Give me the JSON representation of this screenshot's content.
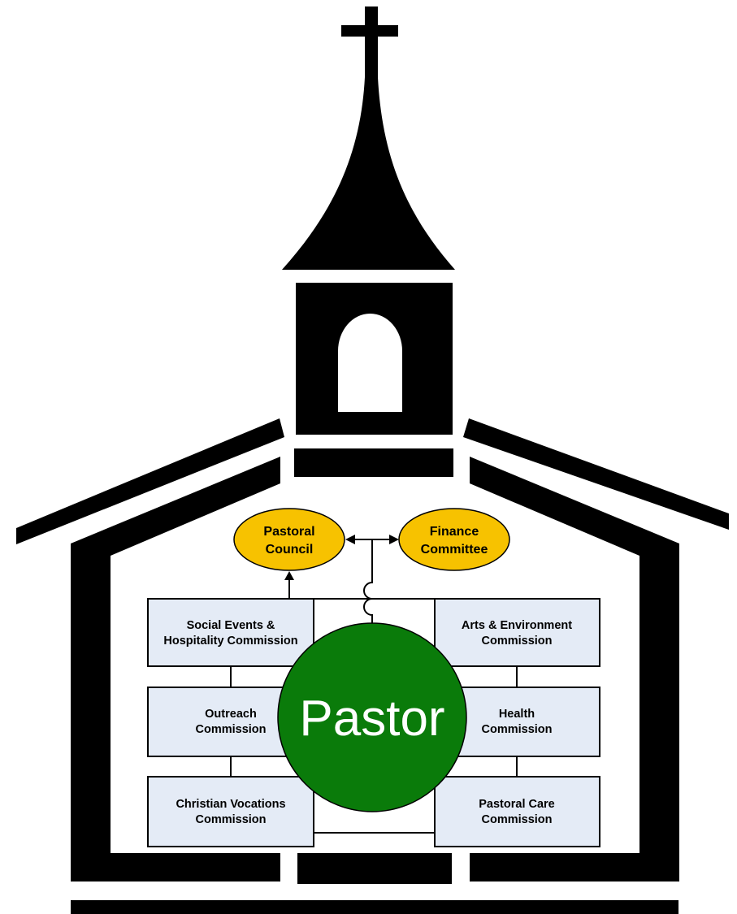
{
  "diagram": {
    "center": {
      "label": "Pastor",
      "color": "#0a7b0a"
    },
    "councils": [
      {
        "line1": "Pastoral",
        "line2": "Council",
        "color": "#f7c200"
      },
      {
        "line1": "Finance",
        "line2": "Committee",
        "color": "#f7c200"
      }
    ],
    "commissions_left": [
      {
        "line1": "Social Events &",
        "line2": "Hospitality Commission"
      },
      {
        "line1": "Outreach",
        "line2": "Commission"
      },
      {
        "line1": "Christian Vocations",
        "line2": "Commission"
      }
    ],
    "commissions_right": [
      {
        "line1": "Arts & Environment",
        "line2": "Commission"
      },
      {
        "line1": "Health",
        "line2": "Commission"
      },
      {
        "line1": "Pastoral Care",
        "line2": "Commission"
      }
    ],
    "colors": {
      "church": "#000000",
      "commission_fill": "#e4ebf6",
      "background": "#ffffff"
    }
  }
}
